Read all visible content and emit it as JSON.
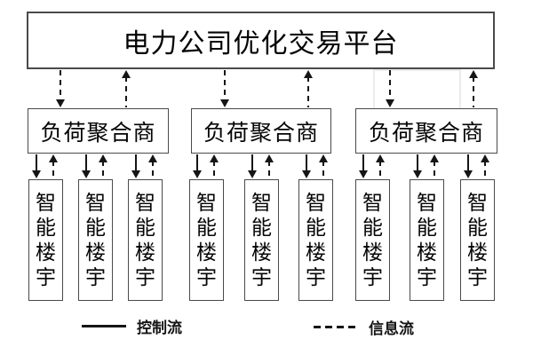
{
  "diagram": {
    "platform": {
      "label": "电力公司优化交易平台"
    },
    "aggregators": [
      {
        "label": "负荷聚合商"
      },
      {
        "label": "负荷聚合商"
      },
      {
        "label": "负荷聚合商"
      }
    ],
    "buildings": [
      {
        "label": "智能楼宇"
      },
      {
        "label": "智能楼宇"
      },
      {
        "label": "智能楼宇"
      },
      {
        "label": "智能楼宇"
      },
      {
        "label": "智能楼宇"
      },
      {
        "label": "智能楼宇"
      },
      {
        "label": "智能楼宇"
      },
      {
        "label": "智能楼宇"
      },
      {
        "label": "智能楼宇"
      }
    ],
    "legend": {
      "control": {
        "label": "控制流",
        "line_style": "solid"
      },
      "information": {
        "label": "信息流",
        "line_style": "dashed"
      }
    },
    "colors": {
      "line": "#151515",
      "box_border": "#4a4a4a",
      "background": "#ffffff"
    }
  }
}
